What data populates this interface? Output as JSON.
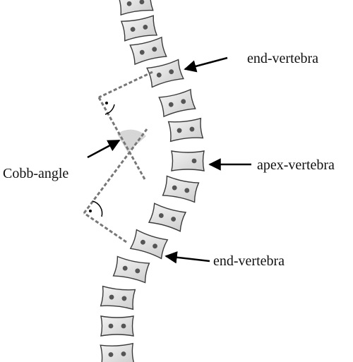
{
  "labels": {
    "end_vertebra_top": "end-vertebra",
    "apex_vertebra": "apex-vertebra",
    "end_vertebra_bottom": "end-vertebra",
    "cobb_angle": "Cobb-angle"
  },
  "colors": {
    "vertebra_fill": "#d9d9d9",
    "vertebra_stroke": "#3a3a3a",
    "dot": "#555555",
    "dashed_line": "#777777",
    "angle_wedge": "#d4d4d4",
    "arrow": "#000000"
  }
}
